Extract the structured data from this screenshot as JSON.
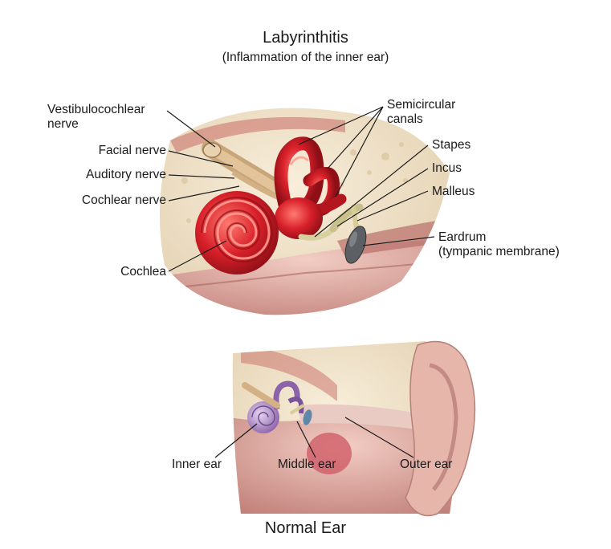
{
  "title": "Labyrinthitis",
  "subtitle": "(Inflammation of the inner ear)",
  "labels": {
    "vestibulocochlear_line1": "Vestibulocochlear",
    "vestibulocochlear_line2": "nerve",
    "facial_nerve": "Facial nerve",
    "auditory_nerve": "Auditory nerve",
    "cochlear_nerve": "Cochlear nerve",
    "cochlea": "Cochlea",
    "semicircular_line1": "Semicircular",
    "semicircular_line2": "canals",
    "stapes": "Stapes",
    "incus": "Incus",
    "malleus": "Malleus",
    "eardrum_line1": "Eardrum",
    "eardrum_line2": "(tympanic membrane)"
  },
  "normal": {
    "title": "Normal Ear",
    "inner_ear": "Inner ear",
    "middle_ear": "Middle ear",
    "outer_ear": "Outer ear"
  },
  "colors": {
    "inflamed_red": "#d8202a",
    "bone": "#efe2c8",
    "tissue_pink": "#e8b3a8",
    "normal_inner_purple": "#9c7ab8",
    "eardrum_gray": "#5c5f63"
  }
}
